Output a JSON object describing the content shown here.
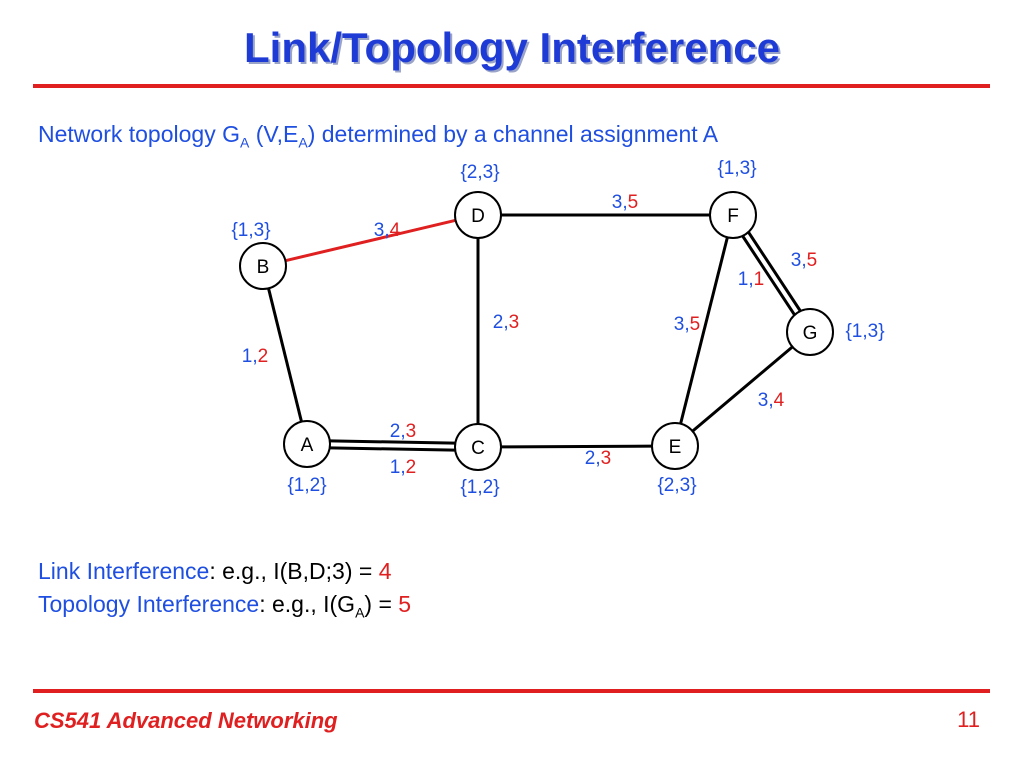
{
  "slide": {
    "title": "Link/Topology Interference",
    "subtitle": {
      "prefix": "Network topology G",
      "sub1": "A",
      "middle": " (V,E",
      "sub2": "A",
      "suffix": ") determined by a channel assignment A"
    },
    "link_interference": {
      "term": "Link Interference",
      "text": ": e.g., I(B,D;3) = ",
      "value": "4"
    },
    "topology_interference": {
      "term": "Topology Interference",
      "text_pre": ": e.g., I(G",
      "sub": "A",
      "text_post": ") = ",
      "value": "5"
    },
    "footer": "CS541 Advanced Networking",
    "page_number": "11"
  },
  "colors": {
    "title": "#1f3bd6",
    "accent_red": "#e02020",
    "blue_text": "#1f4fe0"
  },
  "diagram": {
    "nodes": [
      {
        "id": "B",
        "label": "B",
        "set": "{1,3}"
      },
      {
        "id": "D",
        "label": "D",
        "set": "{2,3}"
      },
      {
        "id": "F",
        "label": "F",
        "set": "{1,3}"
      },
      {
        "id": "G",
        "label": "G",
        "set": "{1,3}"
      },
      {
        "id": "A",
        "label": "A",
        "set": "{1,2}"
      },
      {
        "id": "C",
        "label": "C",
        "set": "{1,2}"
      },
      {
        "id": "E",
        "label": "E",
        "set": "{2,3}"
      }
    ],
    "edges": [
      {
        "from": "B",
        "to": "D",
        "highlight": true,
        "labels": [
          {
            "channel": "3",
            "interference": "4"
          }
        ]
      },
      {
        "from": "B",
        "to": "A",
        "labels": [
          {
            "channel": "1",
            "interference": "2"
          }
        ]
      },
      {
        "from": "D",
        "to": "F",
        "labels": [
          {
            "channel": "3",
            "interference": "5"
          }
        ]
      },
      {
        "from": "D",
        "to": "C",
        "labels": [
          {
            "channel": "2",
            "interference": "3"
          }
        ]
      },
      {
        "from": "A",
        "to": "C",
        "double": true,
        "labels": [
          {
            "channel": "2",
            "interference": "3"
          },
          {
            "channel": "1",
            "interference": "2"
          }
        ]
      },
      {
        "from": "C",
        "to": "E",
        "labels": [
          {
            "channel": "2",
            "interference": "3"
          }
        ]
      },
      {
        "from": "F",
        "to": "E",
        "labels": [
          {
            "channel": "3",
            "interference": "5"
          }
        ]
      },
      {
        "from": "F",
        "to": "G",
        "double": true,
        "labels": [
          {
            "channel": "3",
            "interference": "5"
          },
          {
            "channel": "1",
            "interference": "1"
          }
        ]
      },
      {
        "from": "G",
        "to": "E",
        "labels": [
          {
            "channel": "3",
            "interference": "4"
          }
        ]
      }
    ]
  }
}
